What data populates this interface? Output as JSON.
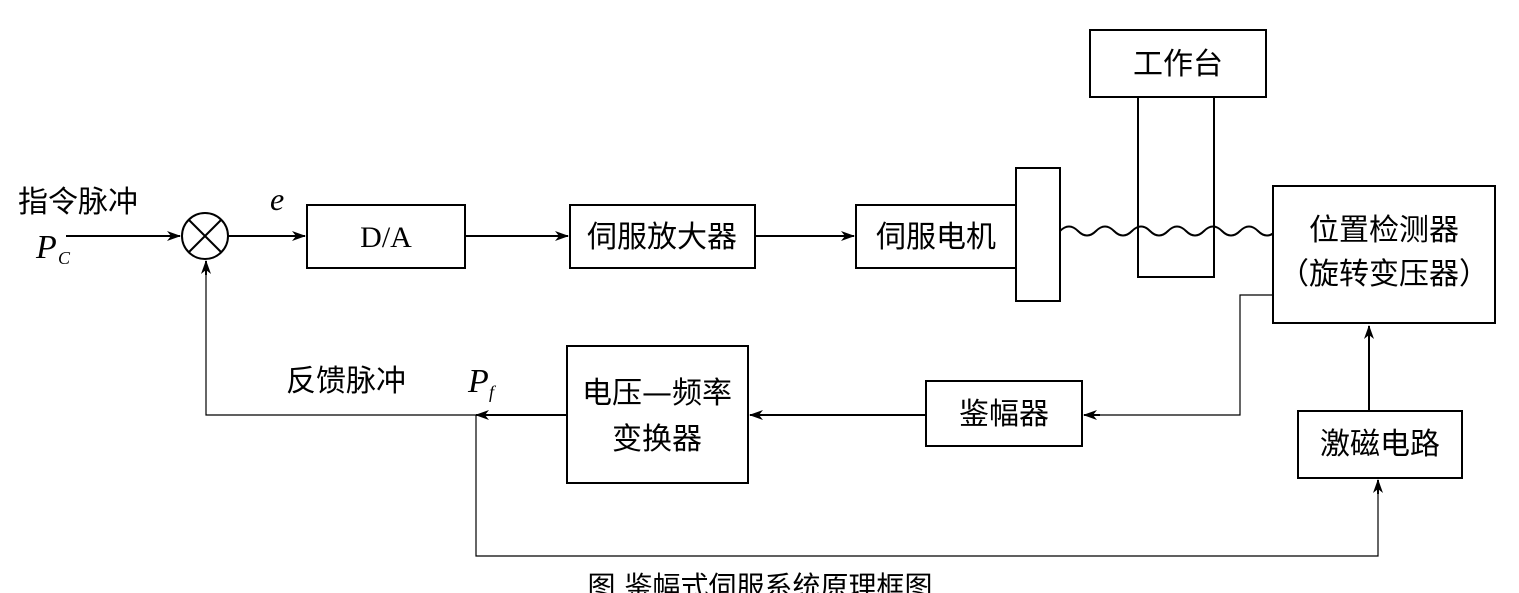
{
  "blocks": {
    "worktable": "工作台",
    "da": "D/A",
    "servo_amp": "伺服放大器",
    "servo_motor": "伺服电机",
    "pos_detector_line1": "位置检测器",
    "pos_detector_line2": "（旋转变压器）",
    "vf_line1": "电压—频率",
    "vf_line2": "变换器",
    "amp_discriminator": "鉴幅器",
    "excitation": "激磁电路"
  },
  "labels": {
    "command_pulse": "指令脉冲",
    "pc_main": "P",
    "pc_sub": "C",
    "error": "e",
    "feedback_pulse": "反馈脉冲",
    "pf_main": "P",
    "pf_sub": "f"
  },
  "caption": "图 鉴幅式伺服系统原理框图"
}
